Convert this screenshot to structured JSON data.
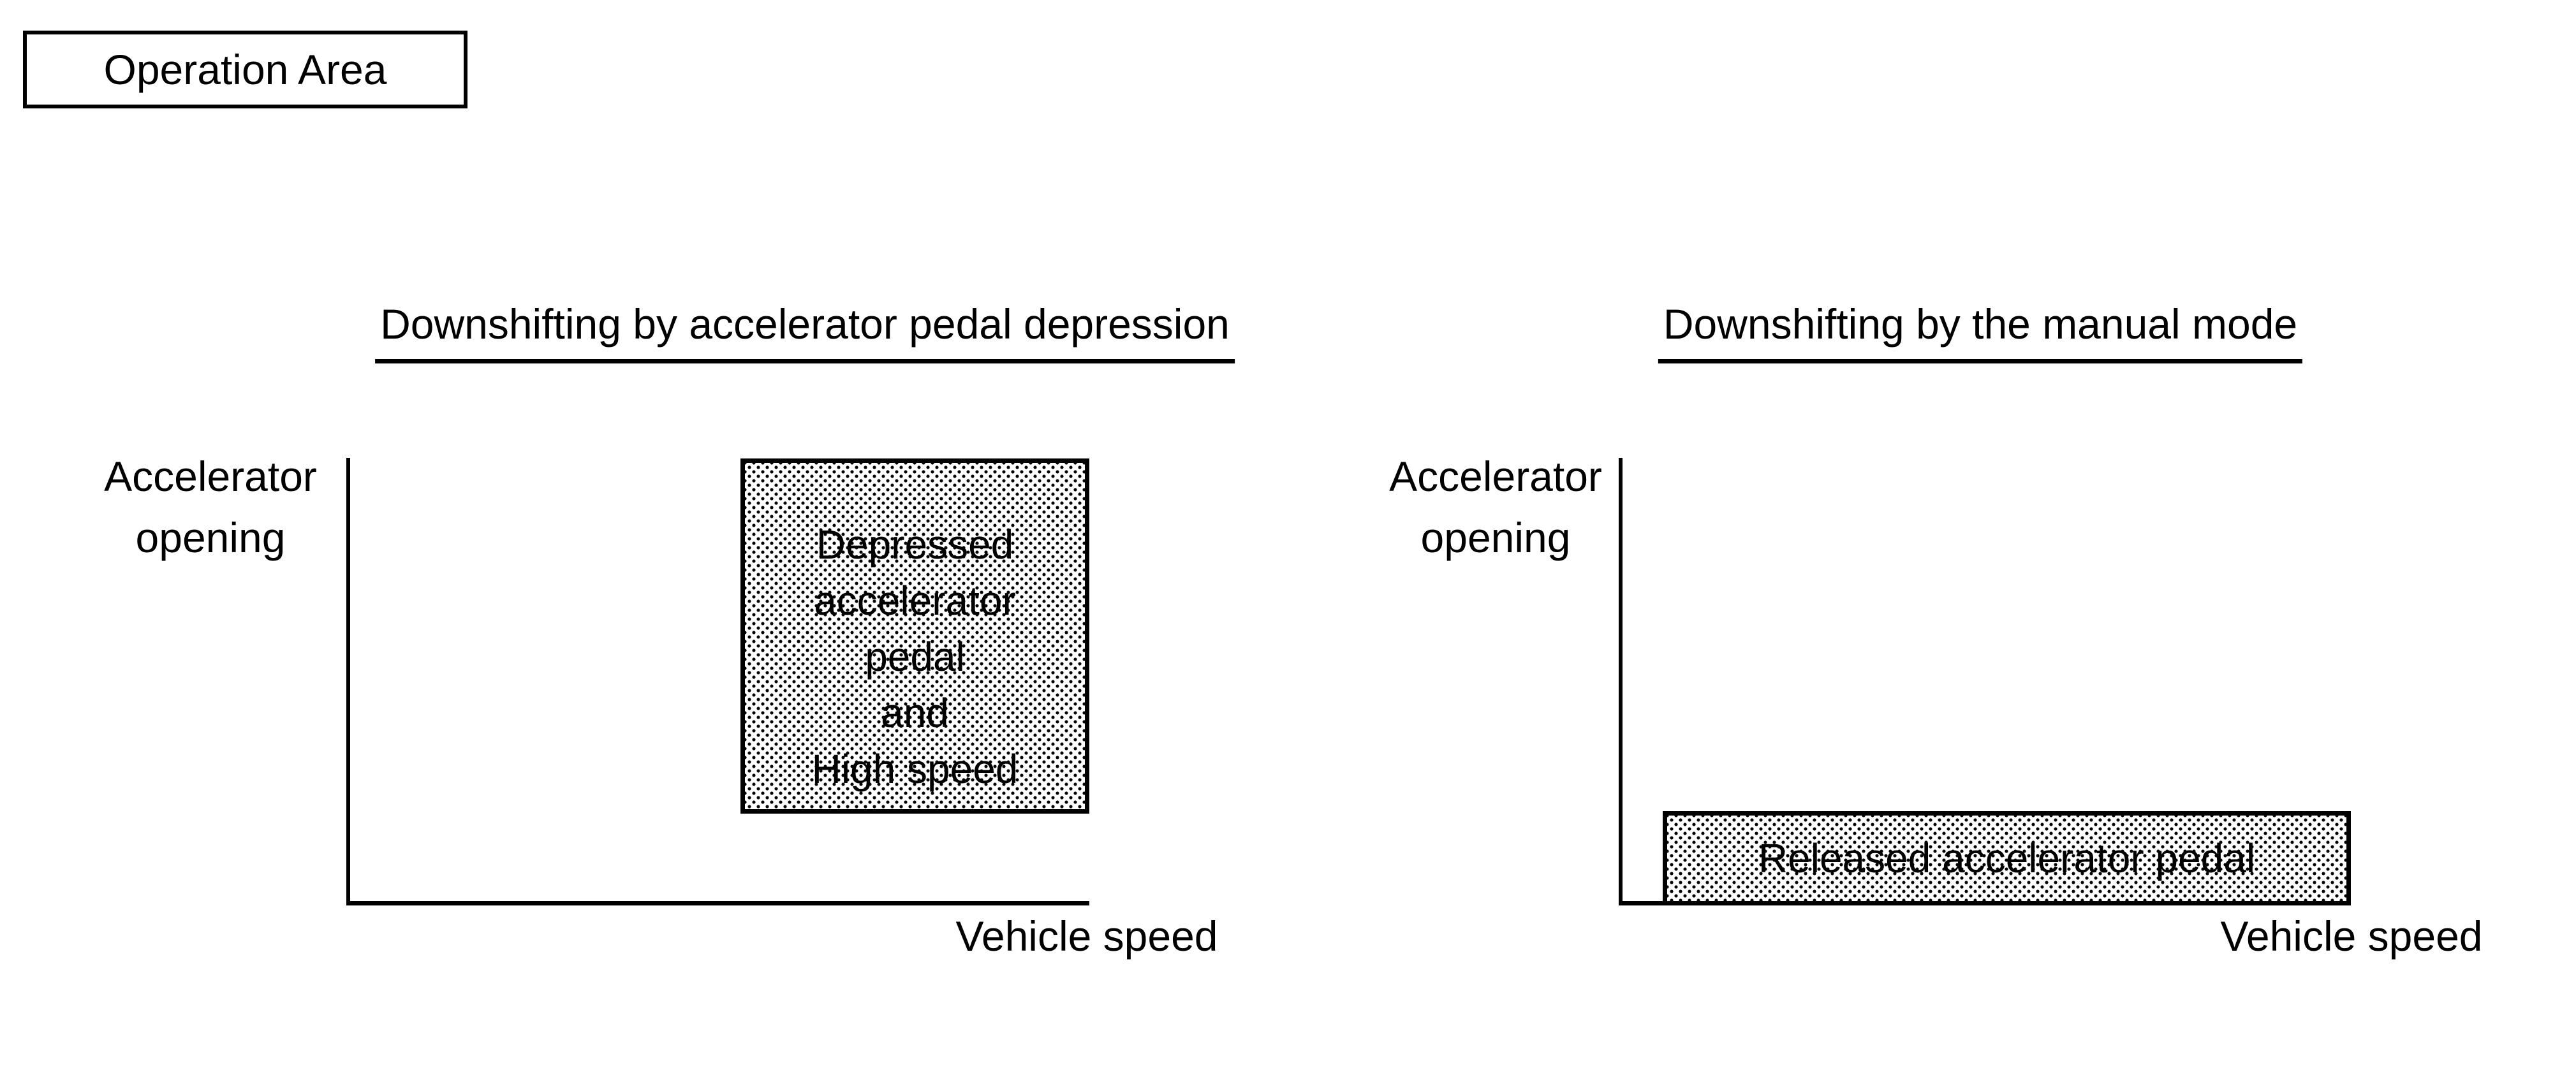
{
  "figure": {
    "colors": {
      "ink": "#000000",
      "background": "#ffffff"
    },
    "legend": {
      "label": "Operation Area"
    },
    "panels": [
      {
        "title": "Downshifting by accelerator pedal depression",
        "y_label": {
          "line1": "Accelerator",
          "line2": "opening"
        },
        "x_label": "Vehicle speed",
        "region": {
          "label_lines": [
            "Depressed",
            "accelerator",
            "pedal",
            "and",
            "High speed"
          ]
        }
      },
      {
        "title": "Downshifting by the manual mode",
        "y_label": {
          "line1": "Accelerator",
          "line2": "opening"
        },
        "x_label": "Vehicle speed",
        "region": {
          "label_lines": [
            "Released accelerator pedal"
          ]
        }
      }
    ]
  }
}
